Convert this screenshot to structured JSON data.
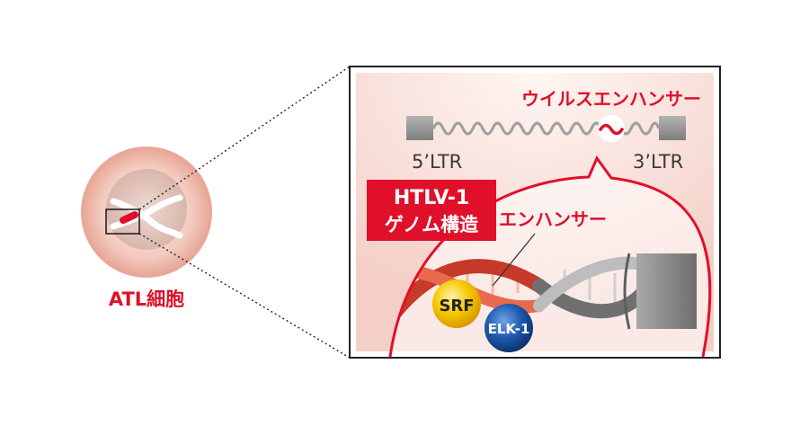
{
  "cell": {
    "label": "ATL細胞"
  },
  "genome": {
    "left_ltr": "5’LTR",
    "right_ltr": "3’LTR",
    "viral_enhancer_label": "ウイルスエンハンサー"
  },
  "title_badge": {
    "line1": "HTLV-1",
    "line2": "ゲノム構造"
  },
  "detail": {
    "enhancer_label": "エンハンサー",
    "srf": "SRF",
    "elk1": "ELK-1"
  },
  "colors": {
    "accent_red": "#e0102a",
    "ltr_gray": "#8c8c8c",
    "srf_yellow": "#f3c400",
    "elk1_blue": "#1d5bb0"
  }
}
